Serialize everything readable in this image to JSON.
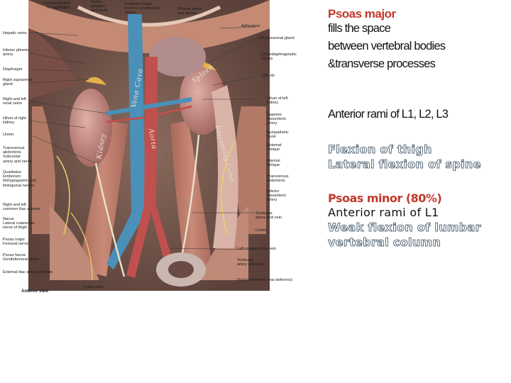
{
  "figure": {
    "labels_left": [
      "Hepatic veins",
      "Inferior phrenic\nartery",
      "Diaphragm",
      "Right suprarenal\ngland",
      "Right and left\nrenal veins",
      "Hilum of right\nkidney",
      "Ureter",
      "Transversus\nabdominis\nSubcostal\nartery and nerve",
      "Quadratus\nlumborum\nIliohypogastric and\nilioinguinal nerves",
      "Right and left\ncommon iliac arteries",
      "Iliacus\nLateral cutaneous\nnerve of thigh",
      "Psoas major\nFemoral nerve",
      "Psoas fascia\nGenitofemoral nerve",
      "External iliac artery and vein",
      "Pubic crest"
    ],
    "labels_top": [
      "Central tendon\nof diaphragm",
      "Celiac\nganglion\nand trunk",
      "Posterior vagal\ntrunk in esophageal\nhiatus",
      "Phrenic artery\nand plexus"
    ],
    "labels_right": [
      "Adhesions",
      "Left suprarenal gland",
      "Costodiaphragmatic\nrecess",
      "12th rib",
      "Hilum of left\nkidney",
      "Superior\nmesenteric\nartery",
      "Sympathetic\ntrunk",
      "External\noblique",
      "Internal\noblique",
      "Transversus\nabdominis",
      "Inferior\nmesenteric\nartery",
      "Testicular\nartery and vein",
      "Ureter",
      "Left common iliac vein",
      "Testicular\nartery and vein",
      "Ductus deferens (vas deferens)"
    ],
    "organ_words": {
      "kidney_right": "Kidney",
      "vena_cava": "Vena Cava",
      "aorta": "Aorta",
      "spleen": "Spleen",
      "colon": "Descending Colon"
    },
    "view_caption": "Anterior view"
  },
  "panel": {
    "psoas_major_title": "Psoas major",
    "psoas_major_desc_1": "fills the space",
    "psoas_major_desc_2": "between vertebral bodies",
    "psoas_major_desc_3": "&transverse processes",
    "psoas_major_nerve": "Anterior rami of L1, L2, L3",
    "action_1": "Flexion of thigh",
    "action_2": "Lateral flexion of spine",
    "psoas_minor_title": "Psoas minor (80%)",
    "psoas_minor_nerve": "Anterior rami of L1",
    "psoas_minor_action_1": "Weak flexion of lumbar",
    "psoas_minor_action_2": "vertebral column"
  },
  "colors": {
    "title_red": "#c0392b",
    "outline_stroke": "#34495e",
    "vein_blue": "#4a90b8",
    "artery_red": "#c0504d",
    "muscle": "#b07a6a"
  }
}
